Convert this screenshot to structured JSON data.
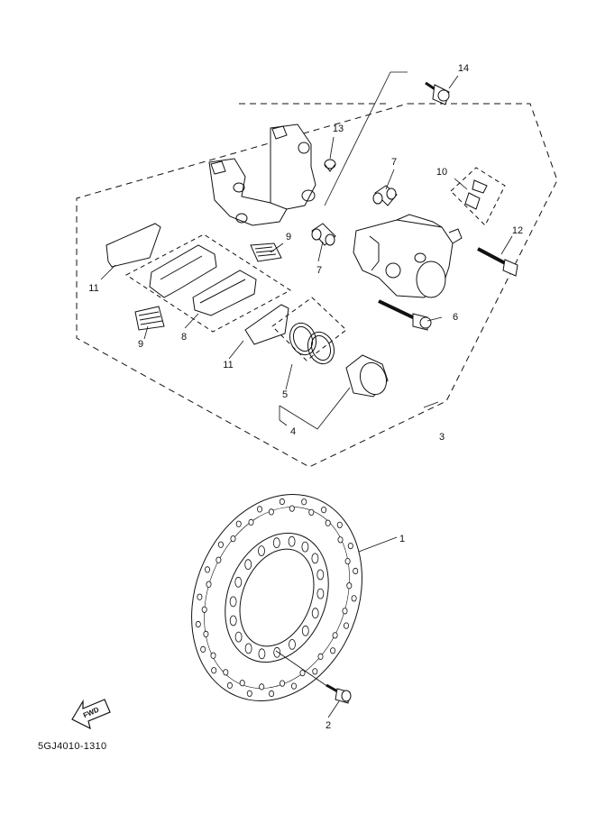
{
  "diagram": {
    "catalog_number": "5GJ4010-1310",
    "fwd_label": "FWD",
    "callouts": {
      "c1": "1",
      "c2": "2",
      "c3": "3",
      "c4": "4",
      "c5": "5",
      "c6": "6",
      "c7a": "7",
      "c7b": "7",
      "c8": "8",
      "c9a": "9",
      "c9b": "9",
      "c10": "10",
      "c11a": "11",
      "c11b": "11",
      "c12": "12",
      "c13": "13",
      "c14": "14"
    }
  }
}
